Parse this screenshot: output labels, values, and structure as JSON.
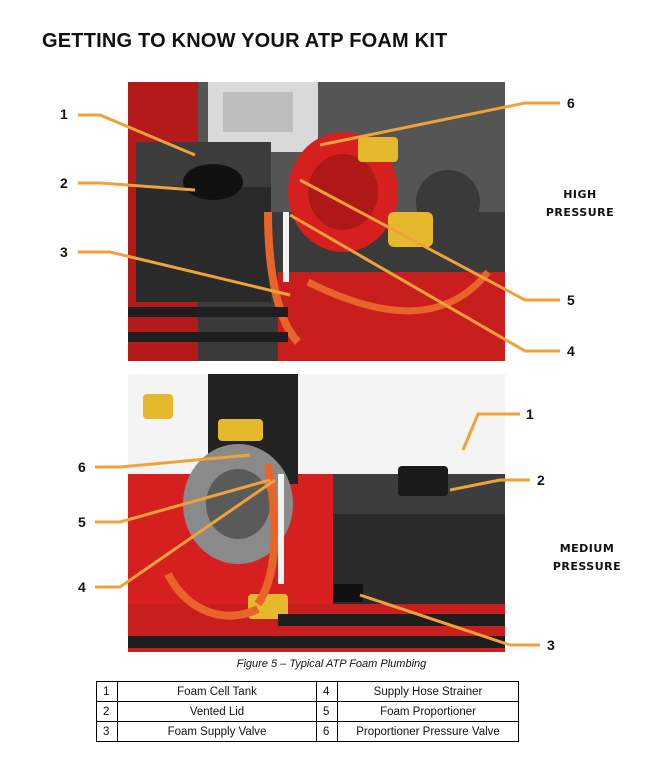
{
  "title": "GETTING TO KNOW YOUR ATP FOAM KIT",
  "photos": {
    "top_label": [
      "HIGH",
      "PRESSURE"
    ],
    "bottom_label": [
      "MEDIUM",
      "PRESSURE"
    ]
  },
  "callouts_top": [
    "1",
    "2",
    "3",
    "4",
    "5",
    "6"
  ],
  "callouts_bottom": [
    "1",
    "2",
    "3",
    "4",
    "5",
    "6"
  ],
  "caption": "Figure 5 – Typical ATP Foam Plumbing",
  "legend": [
    {
      "n1": "1",
      "d1": "Foam Cell Tank",
      "n2": "4",
      "d2": "Supply Hose Strainer"
    },
    {
      "n1": "2",
      "d1": "Vented Lid",
      "n2": "5",
      "d2": "Foam Proportioner"
    },
    {
      "n1": "3",
      "d1": "Foam Supply Valve",
      "n2": "6",
      "d2": "Proportioner Pressure Valve"
    }
  ],
  "colors": {
    "callout_line": "#f0a23a",
    "pump_red": "#d6201f",
    "tank_black": "#2b2b2b",
    "brass": "#e6b82e"
  }
}
